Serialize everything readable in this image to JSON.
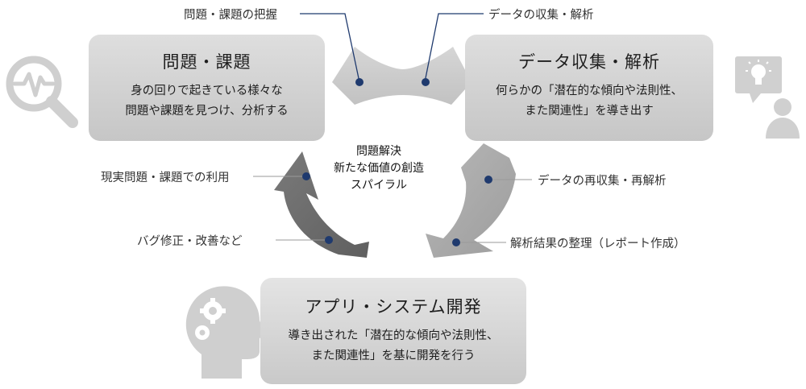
{
  "center_text": {
    "line1": "問題解決",
    "line2": "新たな価値の創造",
    "line3": "スパイラル"
  },
  "boxes": {
    "problem": {
      "title": "問題・課題",
      "body_line1": "身の回りで起きている様々な",
      "body_line2": "問題や課題を見つけ、分析する"
    },
    "data": {
      "title": "データ収集・解析",
      "body_line1": "何らかの「潜在的な傾向や法則性、",
      "body_line2": "また関連性」を導き出す"
    },
    "app": {
      "title": "アプリ・システム開発",
      "body_line1": "導き出された「潜在的な傾向や法則性、",
      "body_line2": "また関連性」を基に開発を行う"
    }
  },
  "labels": {
    "grasp": "問題・課題の把握",
    "collect": "データの収集・解析",
    "recollect": "データの再収集・再解析",
    "report": "解析結果の整理（レポート作成）",
    "apply": "現実問題・課題での利用",
    "fix": "バグ修正・改善など"
  },
  "icons": {
    "top_left": "magnifier-pulse-icon",
    "top_right": "person-lightbulb-icon",
    "bottom_left": "head-gears-icon"
  },
  "colors": {
    "box_fill": "#d2d2d2",
    "arrow_top": "#c8c8c8",
    "arrow_right": "#a9a9a9",
    "arrow_left": "#6f6f6f",
    "leader_line": "#1f3a6e",
    "dot": "#1f3a6e",
    "icon_gray": "#d0d0d0"
  }
}
